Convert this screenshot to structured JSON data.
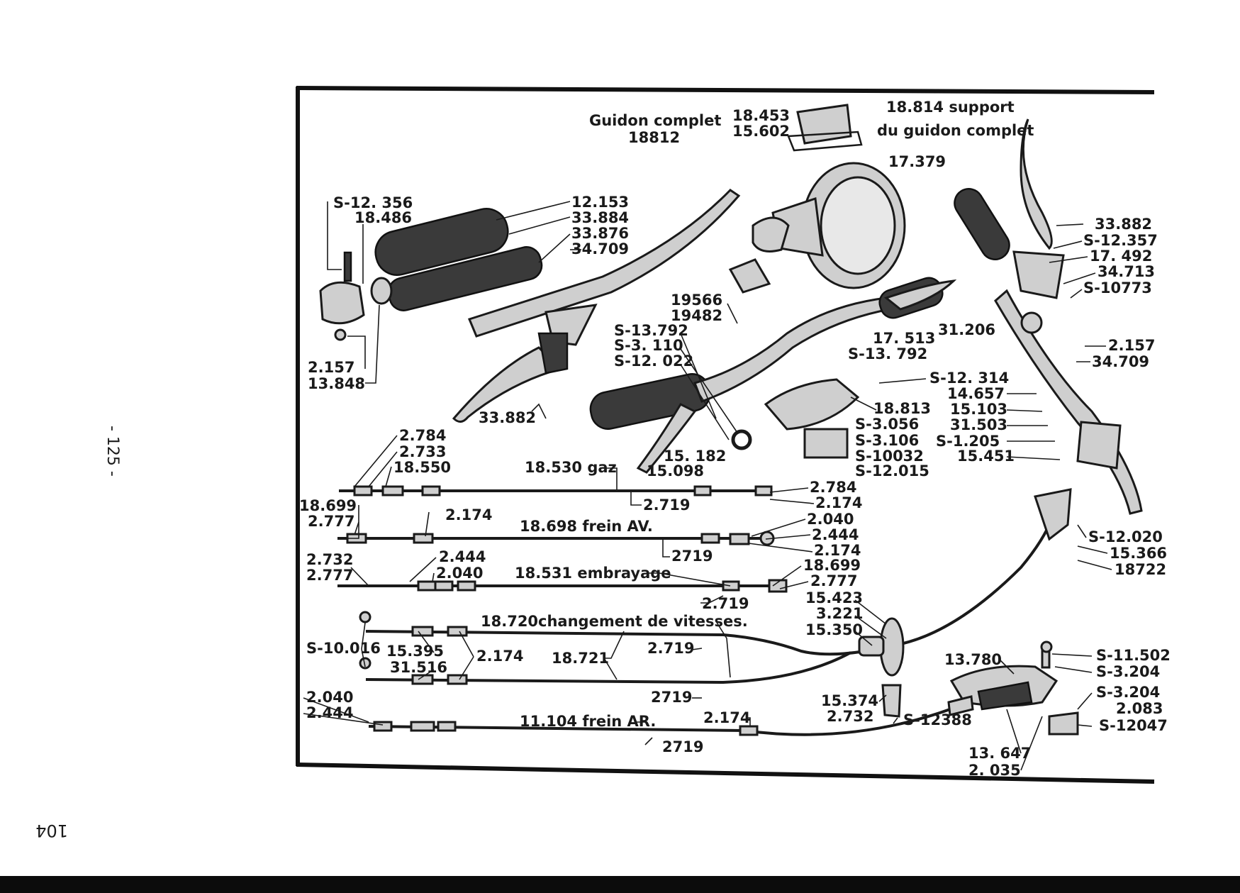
{
  "page": {
    "side_number": "- 125 -",
    "page_number": "104"
  },
  "titles": {
    "guidon_line1": "Guidon complet",
    "guidon_line2": "18812",
    "support_line1": "18.814 support",
    "support_line2": "du guidon complet"
  },
  "labels": [
    {
      "text": "18.453"
    },
    {
      "text": "15.602"
    },
    {
      "text": "17.379"
    },
    {
      "text": "S-12. 356"
    },
    {
      "text": "18.486"
    },
    {
      "text": "12.153"
    },
    {
      "text": "33.884"
    },
    {
      "text": "33.876"
    },
    {
      "text": "34.709"
    },
    {
      "text": "2.157"
    },
    {
      "text": "13.848"
    },
    {
      "text": "33.882"
    },
    {
      "text": "19566"
    },
    {
      "text": "19482"
    },
    {
      "text": "S-13.792"
    },
    {
      "text": "S-3. 110"
    },
    {
      "text": "S-12. 022"
    },
    {
      "text": "17. 513"
    },
    {
      "text": "S-13. 792"
    },
    {
      "text": "S-12. 314"
    },
    {
      "text": "18.813"
    },
    {
      "text": "S-3.056"
    },
    {
      "text": "S-3.106"
    },
    {
      "text": "S-10032"
    },
    {
      "text": "S-12.015"
    },
    {
      "text": "15. 182"
    },
    {
      "text": "15.098"
    },
    {
      "text": "33.882"
    },
    {
      "text": "S-12.357"
    },
    {
      "text": "17. 492"
    },
    {
      "text": "34.713"
    },
    {
      "text": "S-10773"
    },
    {
      "text": "31.206"
    },
    {
      "text": "2.157"
    },
    {
      "text": "34.709"
    },
    {
      "text": "14.657"
    },
    {
      "text": "15.103"
    },
    {
      "text": "31.503"
    },
    {
      "text": "S-1.205"
    },
    {
      "text": "15.451"
    },
    {
      "text": "S-12.020"
    },
    {
      "text": "15.366"
    },
    {
      "text": "18722"
    },
    {
      "text": "2.784"
    },
    {
      "text": "2.733"
    },
    {
      "text": "18.550"
    },
    {
      "text": "18.530 gaz"
    },
    {
      "text": "2.784"
    },
    {
      "text": "2.174"
    },
    {
      "text": "2.719"
    },
    {
      "text": "18.699"
    },
    {
      "text": "2.777"
    },
    {
      "text": "2.174"
    },
    {
      "text": "18.698 frein AV."
    },
    {
      "text": "2.040"
    },
    {
      "text": "2.444"
    },
    {
      "text": "2.174"
    },
    {
      "text": "2719"
    },
    {
      "text": "2.732"
    },
    {
      "text": "2.777"
    },
    {
      "text": "2.444"
    },
    {
      "text": "2.040"
    },
    {
      "text": "18.531 embrayage"
    },
    {
      "text": "18.699"
    },
    {
      "text": "2.777"
    },
    {
      "text": "2.719"
    },
    {
      "text": "15.423"
    },
    {
      "text": "3.221"
    },
    {
      "text": "15.350"
    },
    {
      "text": "18.720changement de vitesses."
    },
    {
      "text": "S-10.016"
    },
    {
      "text": "15.395"
    },
    {
      "text": "31.516"
    },
    {
      "text": "2.174"
    },
    {
      "text": "18.721"
    },
    {
      "text": "2.719"
    },
    {
      "text": "2719"
    },
    {
      "text": "13.780"
    },
    {
      "text": "S-11.502"
    },
    {
      "text": "S-3.204"
    },
    {
      "text": "S-3.204"
    },
    {
      "text": "2.083"
    },
    {
      "text": "S-12047"
    },
    {
      "text": "15.374"
    },
    {
      "text": "2.732"
    },
    {
      "text": "S-12388"
    },
    {
      "text": "2.040"
    },
    {
      "text": "2.444"
    },
    {
      "text": "11.104 frein AR."
    },
    {
      "text": "2.174"
    },
    {
      "text": "2719"
    },
    {
      "text": "13. 647"
    },
    {
      "text": "2. 035"
    }
  ]
}
